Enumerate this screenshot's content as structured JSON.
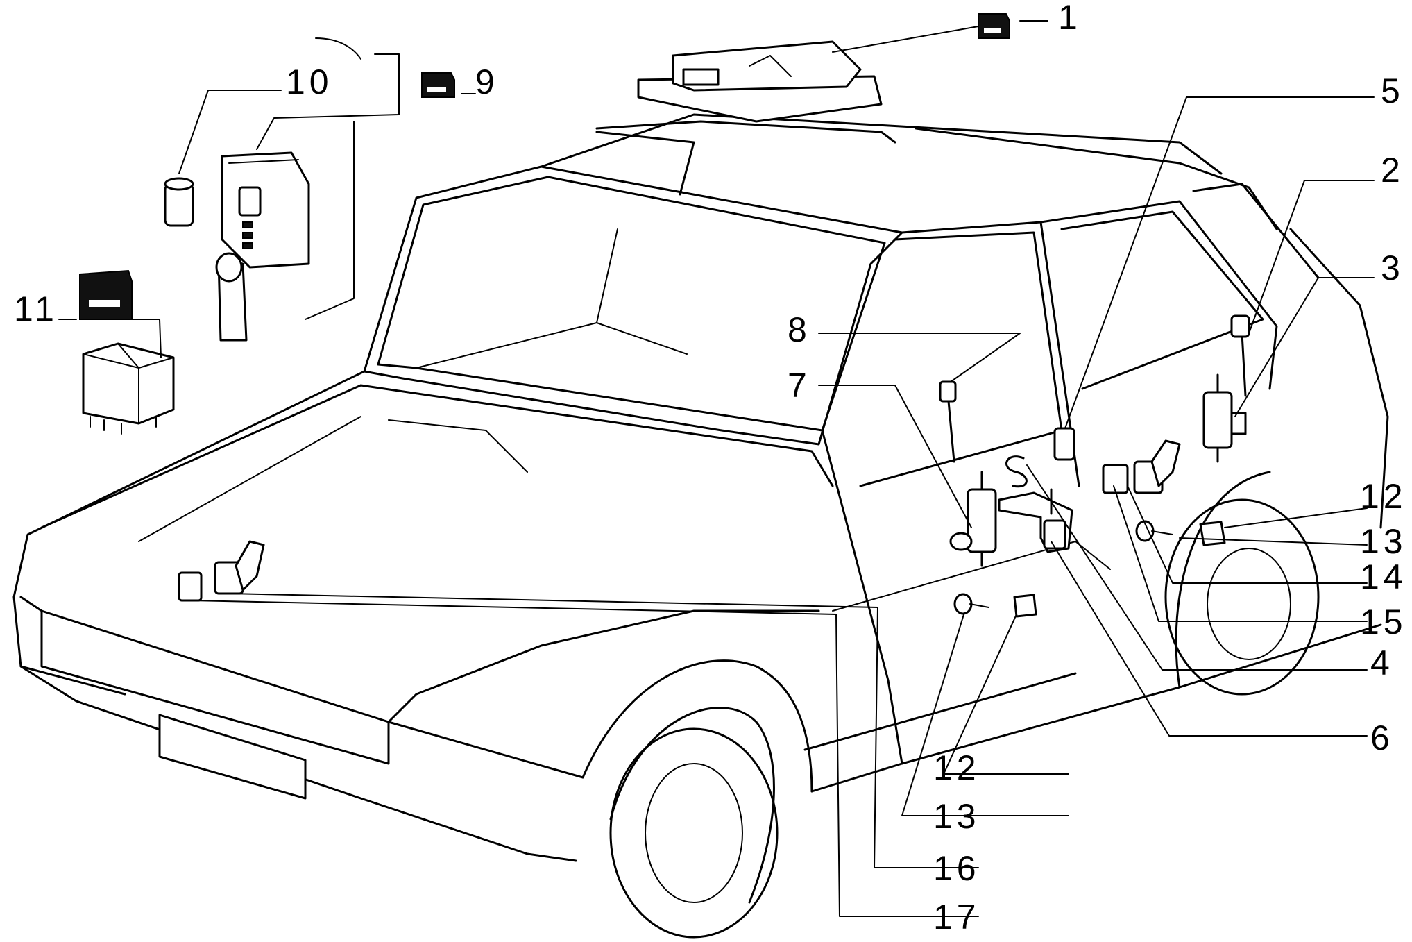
{
  "callouts": [
    {
      "id": "c1",
      "text": "1"
    },
    {
      "id": "c2",
      "text": "2"
    },
    {
      "id": "c3",
      "text": "3"
    },
    {
      "id": "c4",
      "text": "4"
    },
    {
      "id": "c5",
      "text": "5"
    },
    {
      "id": "c6",
      "text": "6"
    },
    {
      "id": "c7",
      "text": "7"
    },
    {
      "id": "c8",
      "text": "8"
    },
    {
      "id": "c9",
      "text": "9"
    },
    {
      "id": "c10",
      "text": "10"
    },
    {
      "id": "c11",
      "text": "11"
    },
    {
      "id": "c12a",
      "text": "12"
    },
    {
      "id": "c13a",
      "text": "13"
    },
    {
      "id": "c14",
      "text": "14"
    },
    {
      "id": "c15",
      "text": "15"
    },
    {
      "id": "c12b",
      "text": "12"
    },
    {
      "id": "c13b",
      "text": "13"
    },
    {
      "id": "c16",
      "text": "16"
    },
    {
      "id": "c17",
      "text": "17"
    }
  ],
  "icons": [
    "door-key-icon"
  ]
}
